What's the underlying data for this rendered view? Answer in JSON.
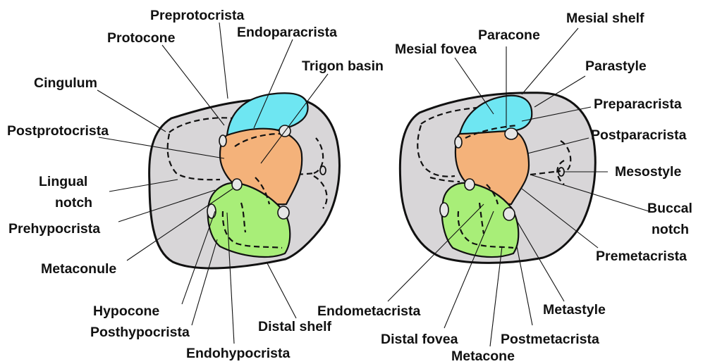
{
  "colors": {
    "tooth_fill": "#d8d6d8",
    "paracone_cyan": "#6ee6f2",
    "protocone_orange": "#f4b27a",
    "hypocone_green": "#a8ee78",
    "outline": "#111111"
  },
  "left_molar": {
    "labels": {
      "preprotocrista": "Preprotocrista",
      "protocone": "Protocone",
      "endoparacrista": "Endoparacrista",
      "trigon_basin": "Trigon basin",
      "cingulum": "Cingulum",
      "postprotocrista": "Postprotocrista",
      "lingual_notch_1": "Lingual",
      "lingual_notch_2": "notch",
      "prehypocrista": "Prehypocrista",
      "metaconule": "Metaconule",
      "hypocone": "Hypocone",
      "posthypocrista": "Posthypocrista",
      "distal_shelf": "Distal shelf",
      "endohypocrista": "Endohypocrista"
    }
  },
  "right_molar": {
    "labels": {
      "paracone": "Paracone",
      "mesial_shelf": "Mesial shelf",
      "mesial_fovea": "Mesial fovea",
      "parastyle": "Parastyle",
      "preparacrista": "Preparacrista",
      "postparacrista": "Postparacrista",
      "mesostyle": "Mesostyle",
      "buccal_notch_1": "Buccal",
      "buccal_notch_2": "notch",
      "premetacrista": "Premetacrista",
      "metastyle": "Metastyle",
      "endometacrista": "Endometacrista",
      "distal_fovea": "Distal fovea",
      "postmetacrista": "Postmetacrista",
      "metacone": "Metacone"
    }
  }
}
